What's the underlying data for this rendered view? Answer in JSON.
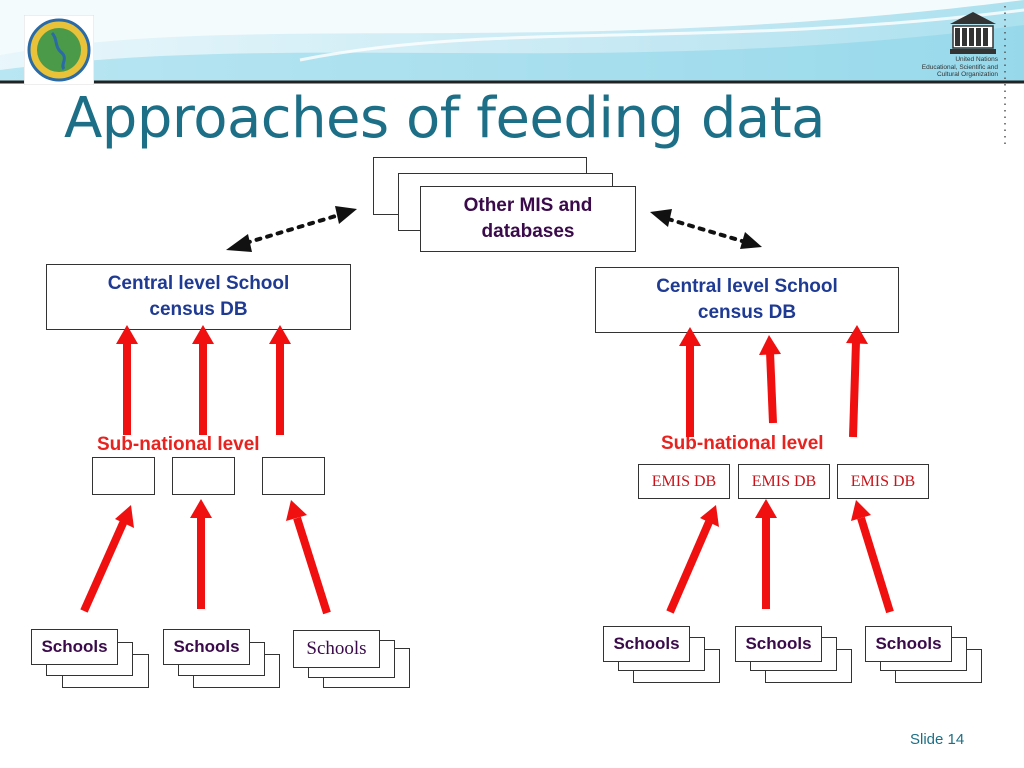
{
  "slide": {
    "title": "Approaches of feeding data",
    "slide_number": "Slide 14"
  },
  "header": {
    "unesco_lines": [
      "United Nations",
      "Educational, Scientific and",
      "Cultural Organization"
    ]
  },
  "diagram": {
    "other_mis": "Other MIS and databases",
    "left": {
      "central": "Central level School census DB",
      "sub_national": "Sub-national level",
      "schools": [
        "Schools",
        "Schools",
        "Schools"
      ]
    },
    "right": {
      "central": "Central level School census DB",
      "sub_national": "Sub-national level",
      "emis": [
        "EMIS DB",
        "EMIS DB",
        "EMIS DB"
      ],
      "schools": [
        "Schools",
        "Schools",
        "Schools"
      ]
    }
  },
  "colors": {
    "title": "#1c6f86",
    "arrow": "#f01010",
    "central_text": "#1f3a93",
    "sub_label": "#e8231f",
    "emis_text": "#c8141a"
  }
}
